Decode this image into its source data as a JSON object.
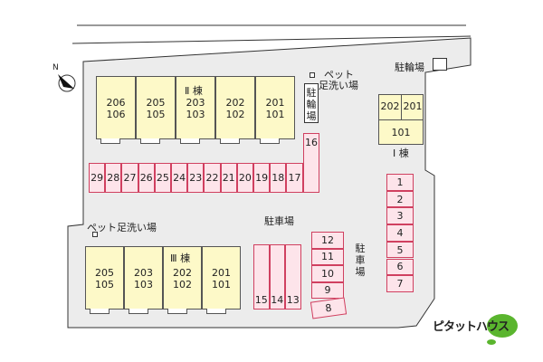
{
  "north_label": "N",
  "building_labels": {
    "b1": "Ⅰ 棟",
    "b2": "Ⅱ 棟",
    "b3": "Ⅲ 棟"
  },
  "building_ii_units": [
    {
      "top": "206",
      "bottom": "106"
    },
    {
      "top": "205",
      "bottom": "105"
    },
    {
      "top": "203",
      "bottom": "103"
    },
    {
      "top": "202",
      "bottom": "102"
    },
    {
      "top": "201",
      "bottom": "101"
    }
  ],
  "building_iii_units": [
    {
      "top": "205",
      "bottom": "105"
    },
    {
      "top": "203",
      "bottom": "103"
    },
    {
      "top": "202",
      "bottom": "102"
    },
    {
      "top": "201",
      "bottom": "101"
    }
  ],
  "building_i_units": {
    "top_left": "202",
    "top_right": "201",
    "bottom": "101"
  },
  "labels": {
    "pet_wash_top_1": "ペット",
    "pet_wash_top_2": "足洗い場",
    "pet_wash_bottom": "ペット足洗い場",
    "bicycle_parking_vertical": [
      "駐",
      "輪",
      "場"
    ],
    "bicycle_parking_top": "駐輪場",
    "parking_center": "駐車場",
    "parking_right_vertical": [
      "駐",
      "車",
      "場"
    ]
  },
  "parking_row_top": [
    "29",
    "28",
    "27",
    "26",
    "25",
    "24",
    "23",
    "22",
    "21",
    "20",
    "19",
    "18",
    "17"
  ],
  "parking_16": "16",
  "parking_right_column": [
    "1",
    "2",
    "3",
    "4",
    "5",
    "6",
    "7"
  ],
  "parking_center_column": [
    "12",
    "11",
    "10",
    "9"
  ],
  "parking_8": "8",
  "parking_bottom_row": [
    "15",
    "14",
    "13"
  ],
  "brand": "ピタットハウス",
  "colors": {
    "unit_fill": "#fdf9c8",
    "parking_fill": "#fde4ea",
    "parking_border": "#d04060",
    "lot_fill": "#ececec",
    "brand_green": "#5ab52e"
  }
}
